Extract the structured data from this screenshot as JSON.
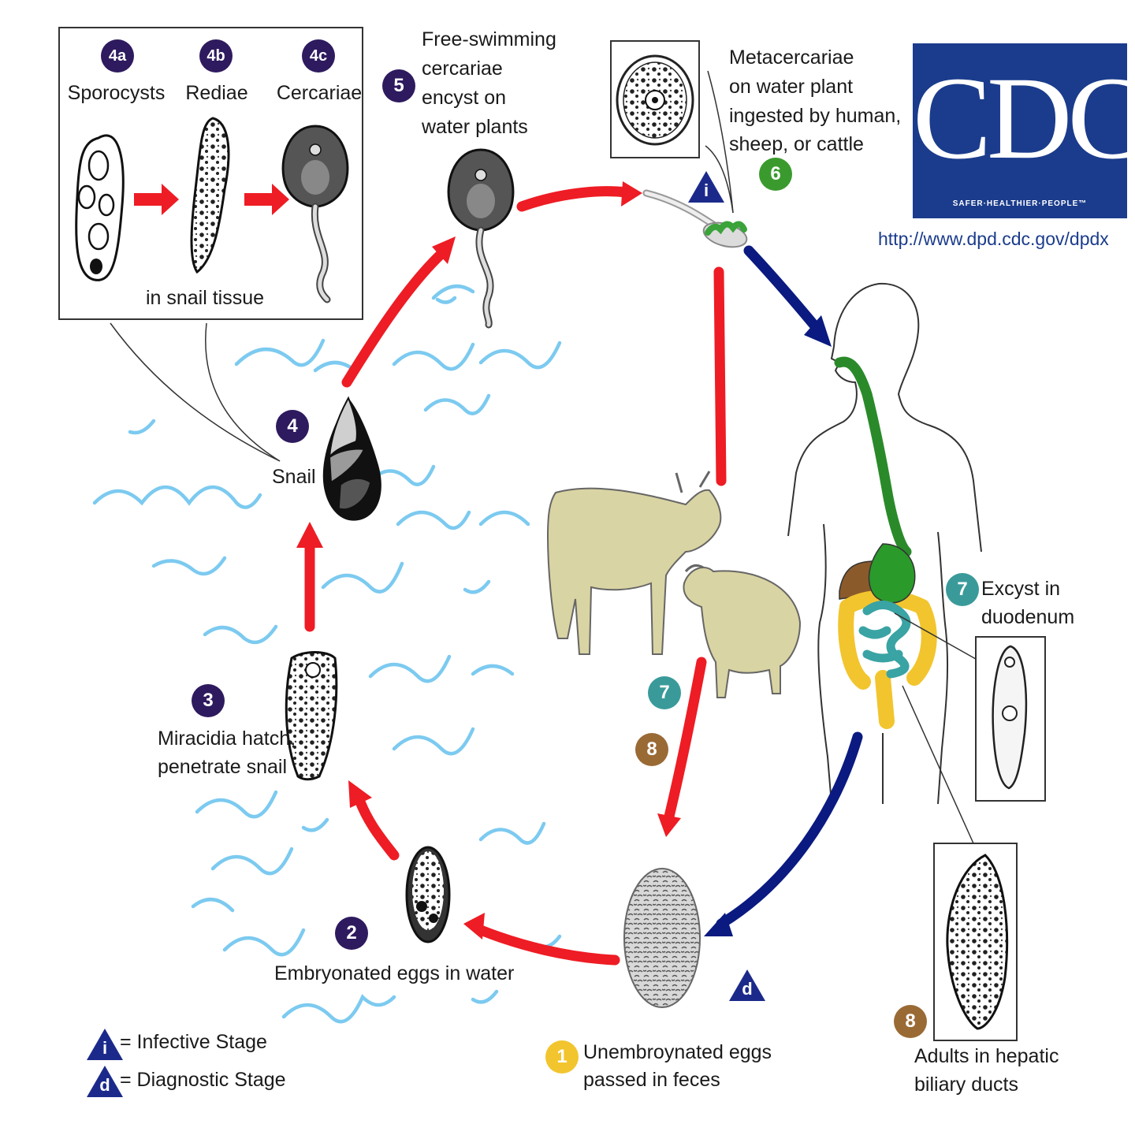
{
  "header": {
    "cdc_logo": "CDC",
    "cdc_tagline": "SAFER·HEALTHIER·PEOPLE™",
    "cdc_url": "http://www.dpd.cdc.gov/dpdx"
  },
  "stages": {
    "s1": {
      "num": "1",
      "text": [
        "Unembroynated eggs",
        "passed in feces"
      ]
    },
    "s2": {
      "num": "2",
      "text": [
        "Embryonated eggs in water"
      ]
    },
    "s3": {
      "num": "3",
      "text": [
        "Miracidia hatch,",
        "penetrate snail"
      ]
    },
    "s4": {
      "num": "4",
      "text": [
        "Snail"
      ]
    },
    "s4a": {
      "num": "4a",
      "text": [
        "Sporocysts"
      ]
    },
    "s4b": {
      "num": "4b",
      "text": [
        "Rediae"
      ]
    },
    "s4c": {
      "num": "4c",
      "text": [
        "Cercariae"
      ]
    },
    "inset_caption": "in snail tissue",
    "s5": {
      "num": "5",
      "text": [
        "Free-swimming",
        "cercariae",
        "encyst on",
        "water plants"
      ]
    },
    "s6": {
      "num": "6",
      "text": [
        "Metacercariae",
        "on water plant",
        "ingested by human,",
        "sheep, or cattle"
      ]
    },
    "s7": {
      "num": "7",
      "text": [
        "Excyst in",
        "duodenum"
      ]
    },
    "s8": {
      "num": "8",
      "text": [
        "Adults in hepatic",
        "biliary ducts"
      ]
    },
    "animal_7": "7",
    "animal_8": "8"
  },
  "legend": {
    "infective_symbol": "i",
    "infective_label": "= Infective Stage",
    "diagnostic_symbol": "d",
    "diagnostic_label": "= Diagnostic Stage"
  },
  "colors": {
    "badge_purple": "#2e1a5e",
    "badge_green": "#3a9a2e",
    "badge_teal": "#3a9a9a",
    "badge_brown": "#9a6a35",
    "badge_yellow": "#f2c52e",
    "arrow_red": "#ee1c24",
    "arrow_blue": "#0a1a80",
    "water": "#7ccaf0",
    "animal": "#d9d4a3",
    "cdc_blue": "#1b3c8c"
  }
}
